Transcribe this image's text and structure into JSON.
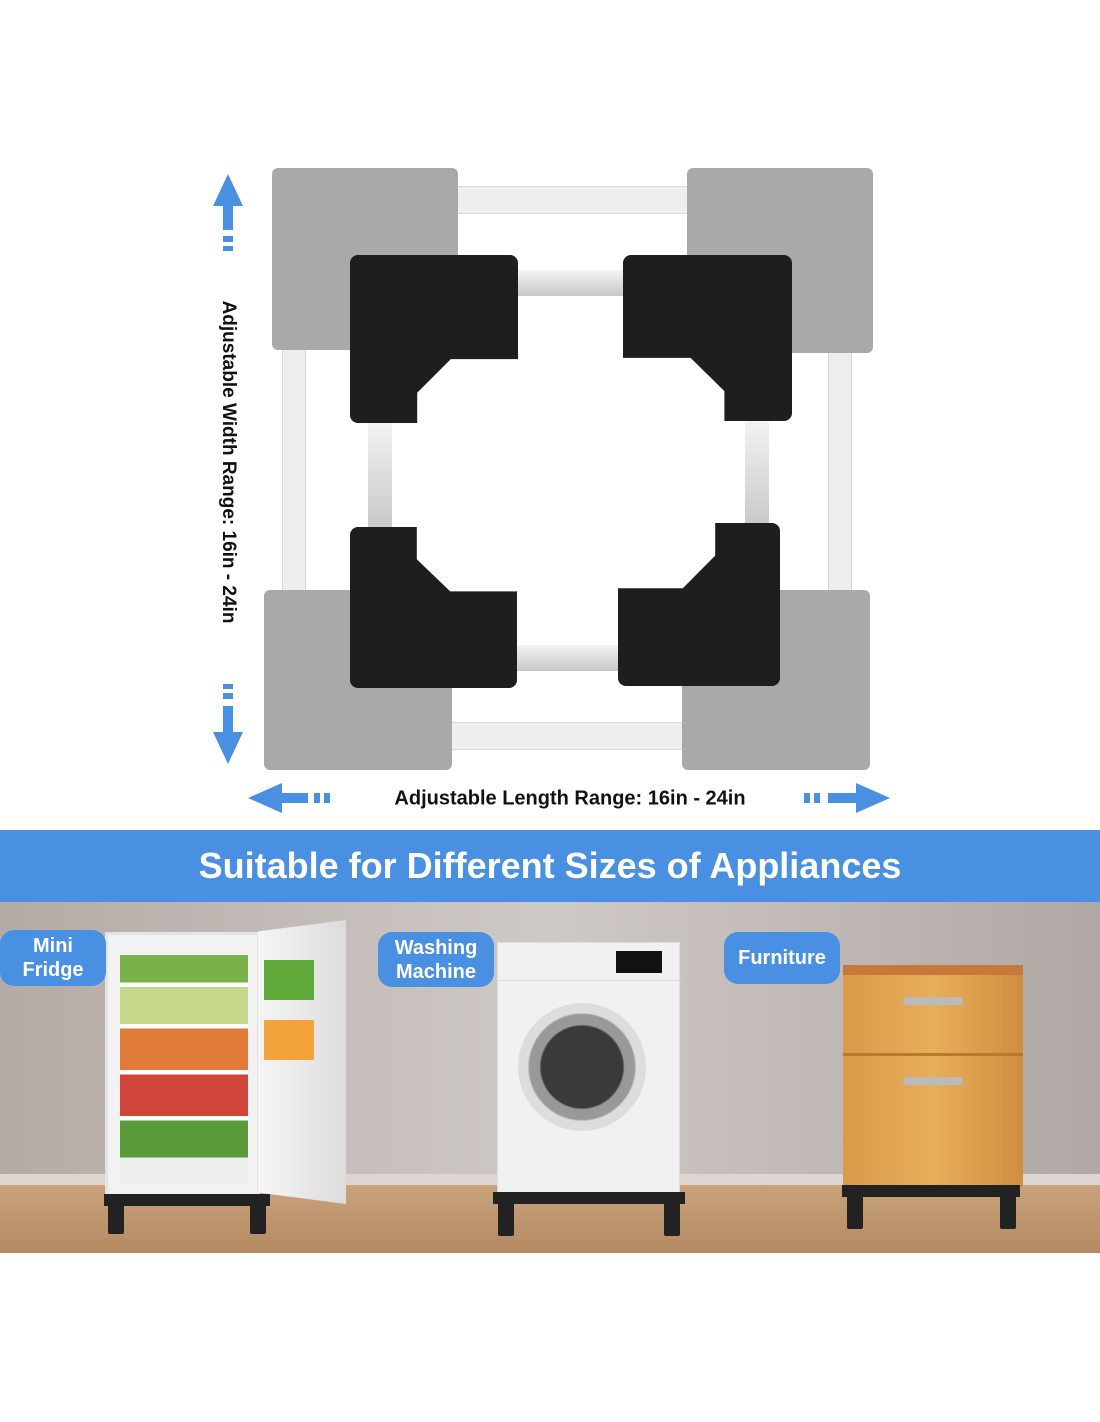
{
  "diagram": {
    "width_label": "Adjustable Width Range: 16in - 24in",
    "length_label": "Adjustable Length Range: 16in - 24in",
    "arrow_color": "#4a90e2"
  },
  "banner": {
    "title": "Suitable for Different Sizes of Appliances",
    "color": "#4a90e2"
  },
  "appliances": [
    {
      "line1": "Mini",
      "line2": "Fridge"
    },
    {
      "line1": "Washing",
      "line2": "Machine"
    },
    {
      "line1": "Furniture"
    }
  ]
}
